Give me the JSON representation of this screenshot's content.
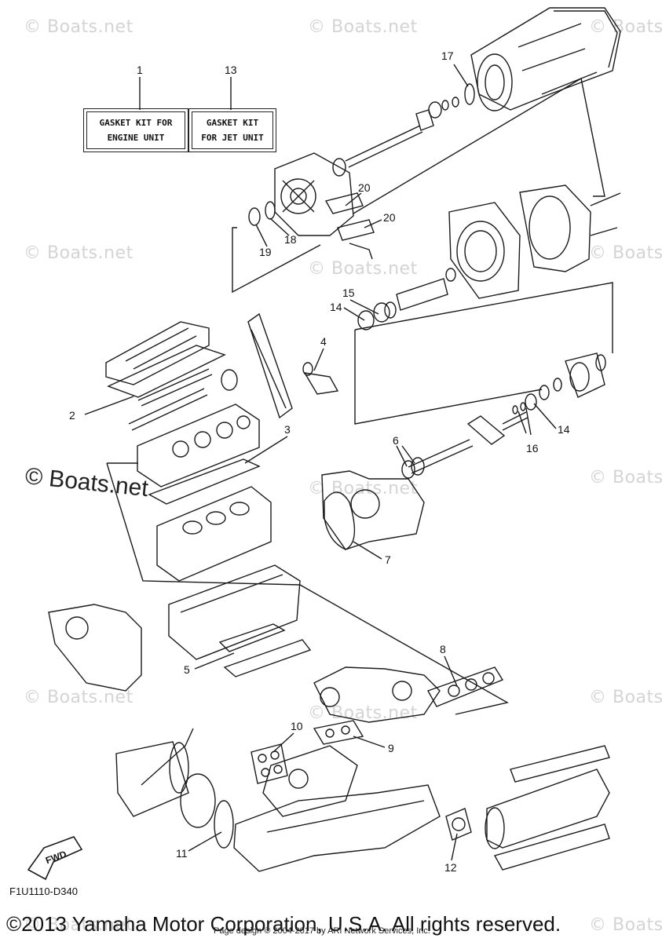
{
  "watermark": {
    "text": "© Boats.net"
  },
  "kits": [
    {
      "number": "1",
      "line1": "GASKET KIT FOR",
      "line2": "ENGINE UNIT"
    },
    {
      "number": "13",
      "line1": "GASKET KIT",
      "line2": "FOR JET UNIT"
    }
  ],
  "callouts": [
    "2",
    "3",
    "4",
    "5",
    "6",
    "7",
    "8",
    "9",
    "10",
    "11",
    "12",
    "14",
    "14",
    "15",
    "16",
    "17",
    "18",
    "19",
    "20",
    "20"
  ],
  "fwd_label": "FWD",
  "diagram_code": "F1U1110-D340",
  "copyright": "©2013 Yamaha Motor Corporation, U.S.A. All rights reserved.",
  "page_credit": "Page design © 2004-2017 by ARI Network Services, Inc."
}
